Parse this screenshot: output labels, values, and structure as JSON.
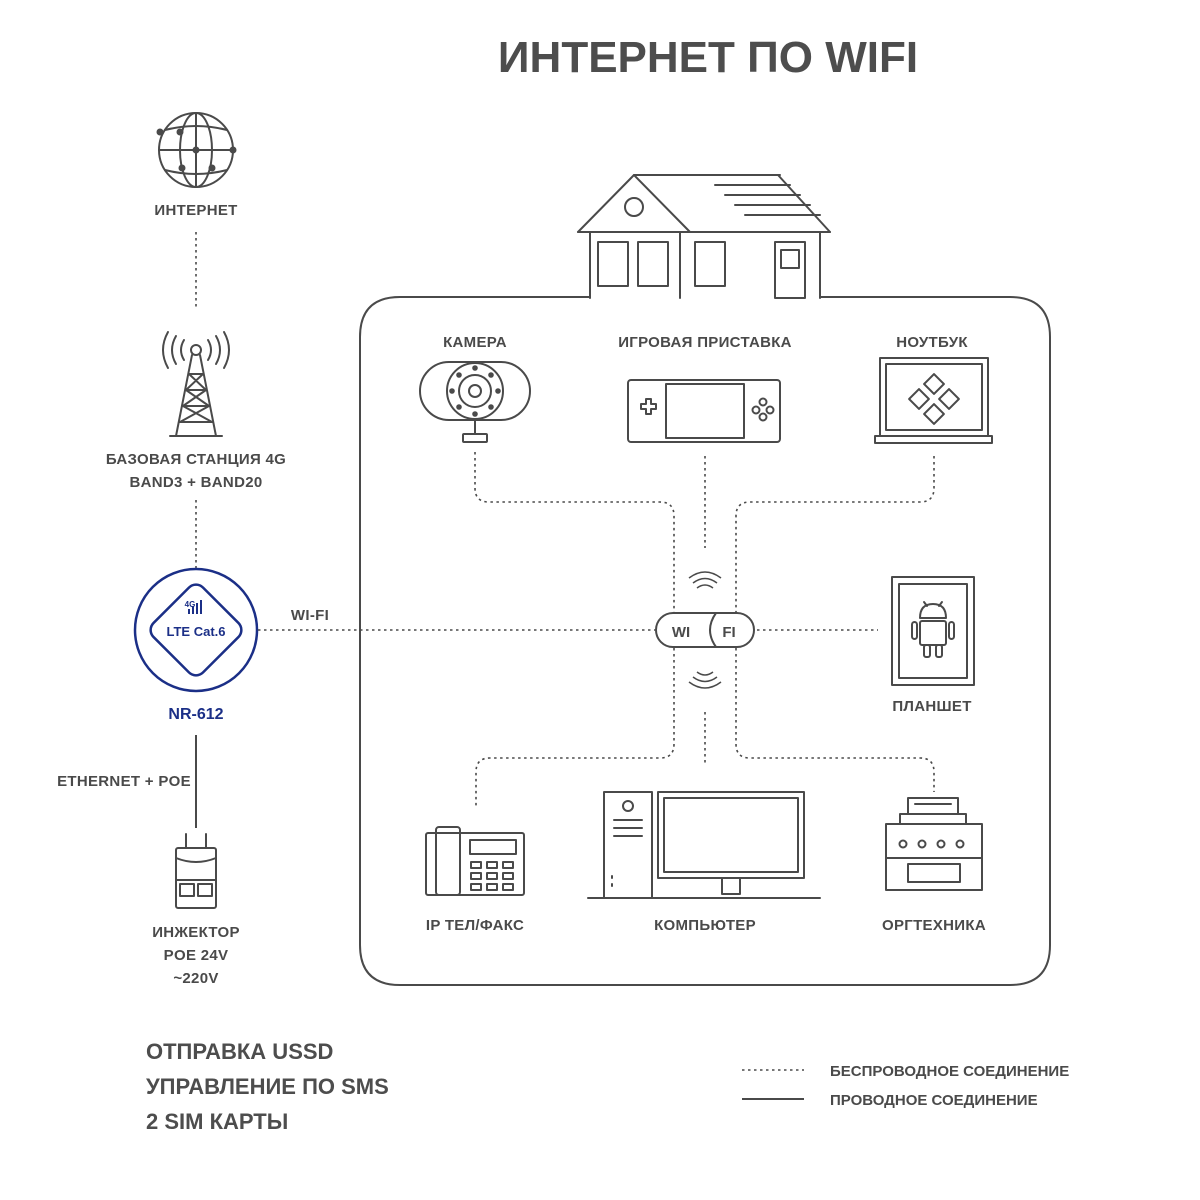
{
  "title": "ИНТЕРНЕТ ПО WIFI",
  "left_chain": {
    "internet": "ИНТЕРНЕТ",
    "base_station_line1": "БАЗОВАЯ СТАНЦИЯ 4G",
    "base_station_line2": "BAND3 + BAND20",
    "router_badge_4g": "4G",
    "router_badge": "LTE Cat.6",
    "router_model": "NR-612",
    "wifi_link": "WI-FI",
    "ethernet_link": "ETHERNET + POE",
    "injector_line1": "ИНЖЕКТОР",
    "injector_line2": "POE 24V",
    "injector_line3": "~220V"
  },
  "home": {
    "hub_left": "WI",
    "hub_right": "FI",
    "devices": {
      "camera": "КАМЕРА",
      "console": "ИГРОВАЯ ПРИСТАВКА",
      "laptop": "НОУТБУК",
      "tablet": "ПЛАНШЕТ",
      "phone": "IP ТЕЛ/ФАКС",
      "computer": "КОМПЬЮТЕР",
      "office": "ОРГТЕХНИКА"
    }
  },
  "features": [
    "ОТПРАВКА USSD",
    "УПРАВЛЕНИЕ ПО SMS",
    "2 SIM КАРТЫ"
  ],
  "legend": {
    "wireless": "БЕСПРОВОДНОЕ СОЕДИНЕНИЕ",
    "wired": "ПРОВОДНОЕ СОЕДИНЕНИЕ"
  },
  "colors": {
    "ink": "#4a4a4a",
    "brand": "#1b2f87",
    "background": "#ffffff"
  }
}
